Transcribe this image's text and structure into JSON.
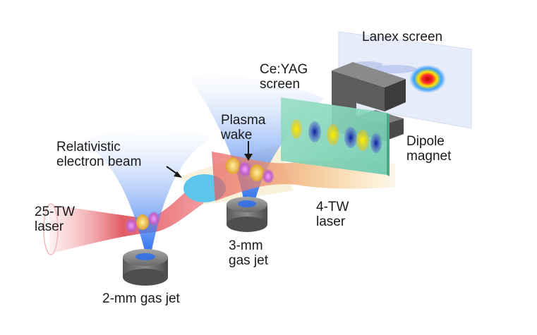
{
  "labels": {
    "lanex_screen": "Lanex screen",
    "ce_yag_screen": "Ce:YAG\nscreen",
    "plasma_wake": "Plasma\nwake",
    "relativistic_beam": "Relativistic\nelectron beam",
    "dipole_magnet": "Dipole\nmagnet",
    "laser_25tw": "25-TW\nlaser",
    "laser_4tw": "4-TW\nlaser",
    "gas_jet_3mm": "3-mm\ngas jet",
    "gas_jet_2mm": "2-mm gas jet"
  },
  "colors": {
    "laser_red": "#e8585c",
    "laser_yellow": "#f2c86a",
    "gas_blue": "#2b6ff0",
    "beam_cyan": "#4fc3e6",
    "yag_green": "#7fd6b8",
    "magnet_gray": "#555555"
  }
}
